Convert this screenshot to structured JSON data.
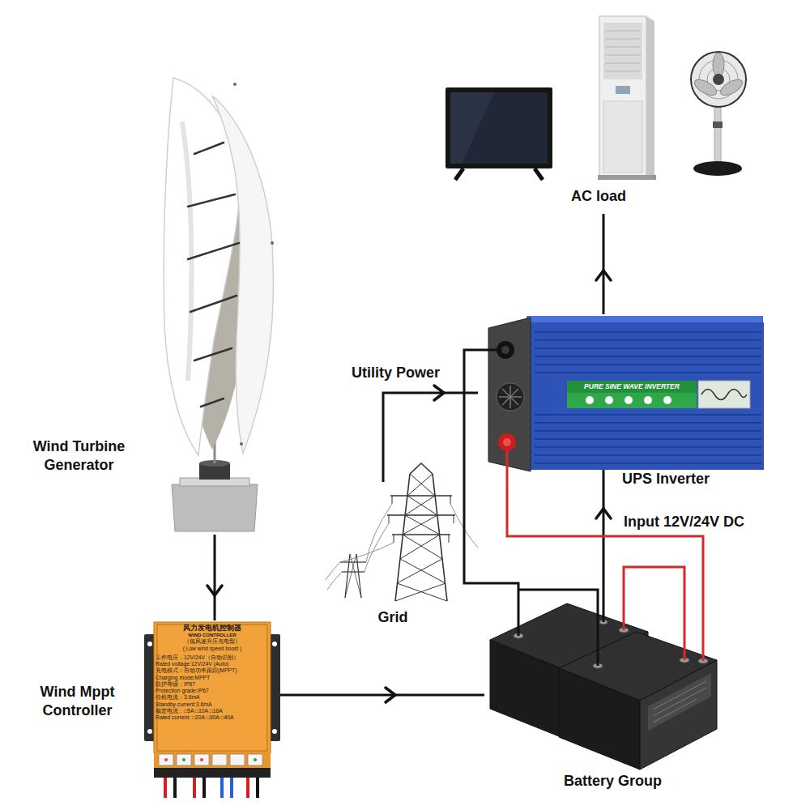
{
  "diagram": {
    "nodes": [
      {
        "text": [
          "Wind Turbine Generator"
        ]
      },
      {
        "text": [
          "Wind Mppt Controller",
          "风力发电机控制器",
          "WIND CONTROLLER",
          "（低风速升压充电型）",
          "( Low wind speed boost )",
          "工作电压：12V/24V（自动识别）",
          "Rated voltage:12V/24V (Auto)",
          "充电模式：自动功率跟踪(MPPT)",
          "Charging mode:MPPT",
          "防护等级：IP67",
          "Protection grade:IP67",
          "待机电流：3.6mA",
          "Standby current:3.6mA",
          "额定电流：□5A □10A □16A",
          "Rated current: □20A □30A □40A"
        ]
      },
      {
        "text": [
          "Grid"
        ]
      },
      {
        "text": [
          "UPS Inverter",
          "PURE SINE WAVE INVERTER"
        ]
      },
      {
        "text": [
          "AC load"
        ]
      },
      {
        "text": [
          "Battery Group"
        ]
      }
    ],
    "edges": [
      {
        "from": 0,
        "to": 1,
        "arrow": "to"
      },
      {
        "from": 1,
        "to": 5,
        "arrow": "to"
      },
      {
        "from": 2,
        "to": 3,
        "label": "Utility Power",
        "arrow": "to"
      },
      {
        "from": 5,
        "to": 3,
        "label": "Input 12V/24V DC",
        "arrow": "to"
      },
      {
        "from": 3,
        "to": 4,
        "arrow": "to"
      },
      {
        "from": 3,
        "to": 5,
        "arrow": "none"
      },
      {
        "from": 3,
        "to": 5,
        "arrow": "none"
      }
    ]
  }
}
